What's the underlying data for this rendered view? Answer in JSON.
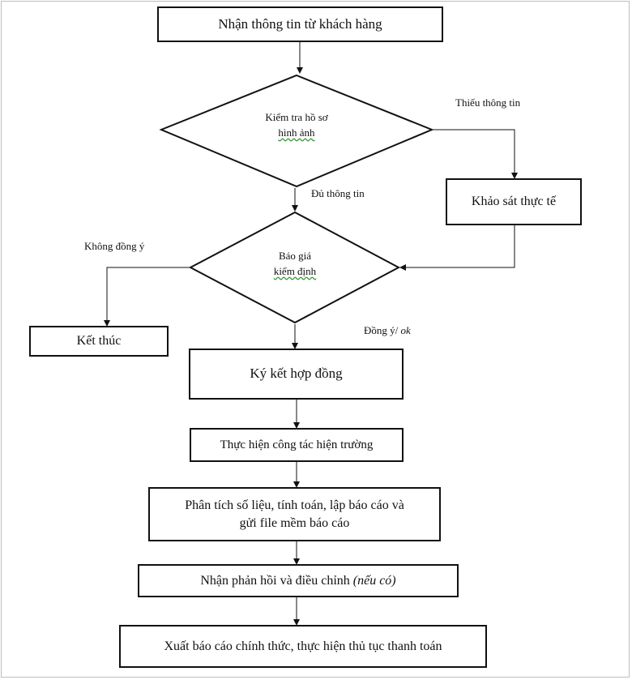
{
  "nodes": {
    "start": "Nhận thông tin từ khách hàng",
    "check_line1": "Kiểm tra hồ sơ",
    "check_line2": "hình ảnh",
    "survey": "Khảo sát thực tế",
    "quote_line1": "Báo giá",
    "quote_line2": "kiểm định",
    "end": "Kết thúc",
    "contract": "Ký kết hợp đồng",
    "field": "Thực hiện công tác hiện trường",
    "analysis_line1": "Phân tích số liệu, tính toán, lập báo cáo và",
    "analysis_line2": "gửi file mềm báo cáo",
    "feedback": "Nhận phản hồi và điều chỉnh ",
    "feedback_italic": "(nếu có)",
    "final": "Xuất báo cáo chính thức, thực hiện thủ tục thanh toán"
  },
  "edge_labels": {
    "missing": "Thiếu thông tin",
    "enough": "Đủ thông tin",
    "disagree": "Không đồng ý",
    "agree": "Đồng ý/ ",
    "agree_italic": "ok"
  }
}
